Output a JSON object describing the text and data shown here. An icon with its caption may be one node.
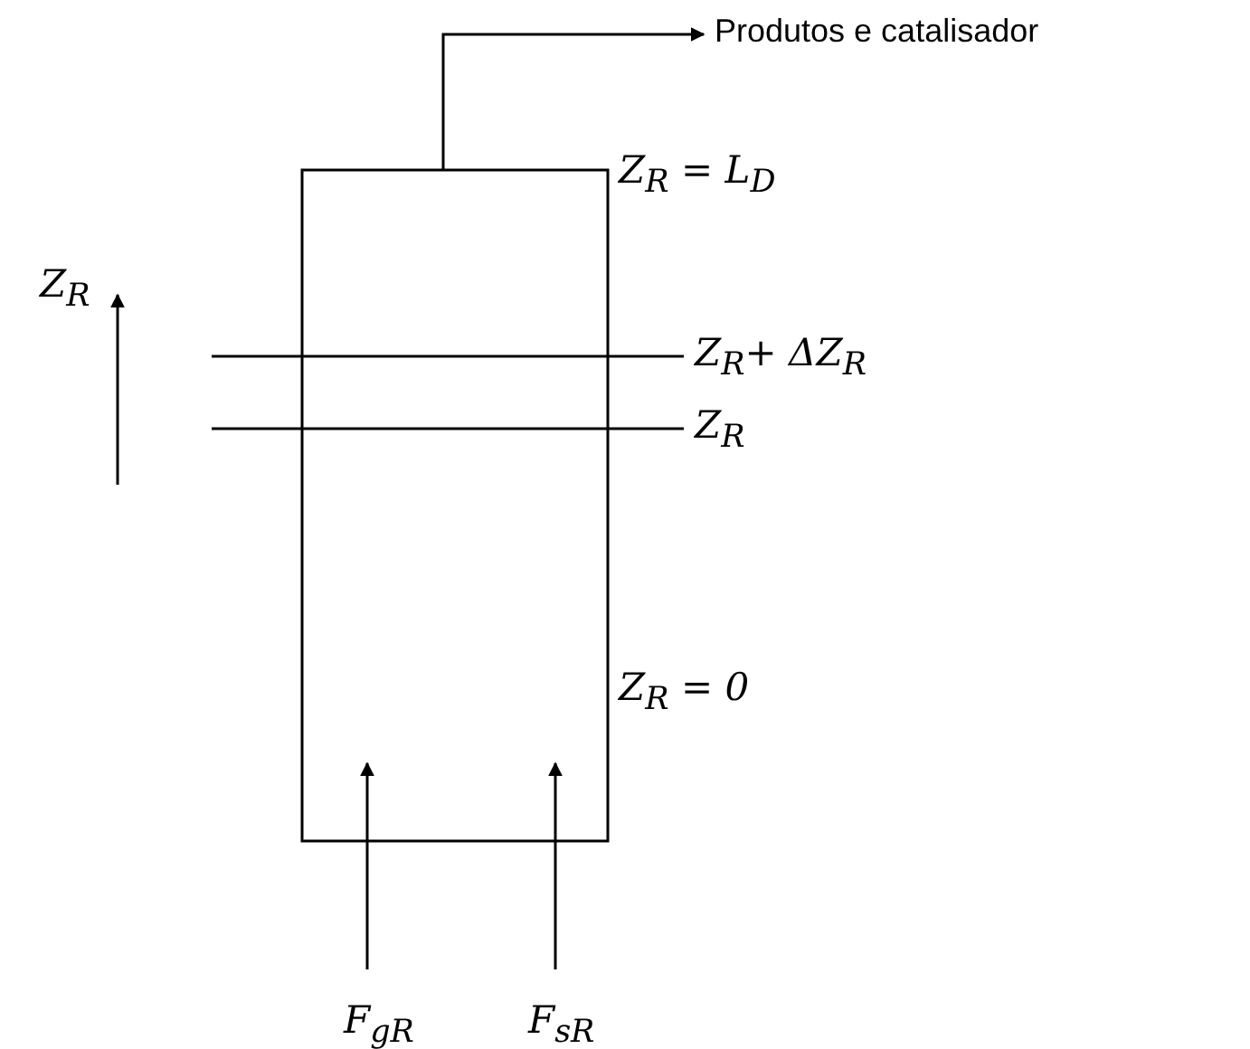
{
  "diagram": {
    "nodes": [
      {
        "text": [],
        "shape": "box"
      },
      {
        "text": [
          "Produtos e catalisador"
        ]
      },
      {
        "text": [
          "F$_{gR}$"
        ]
      },
      {
        "text": [
          "F$_{sR}$"
        ]
      }
    ],
    "edges": [
      {
        "from": 0,
        "to": 1,
        "arrow": "to"
      },
      {
        "from": 2,
        "to": 0,
        "arrow": "to"
      },
      {
        "from": 3,
        "to": 0,
        "arrow": "to"
      }
    ],
    "labels": [
      "Z$_{R}$ = L$_{D}$",
      "Z$_{R}$",
      "Z$_{R}$+ ΔZ$_{R}$",
      "Z$_{R}$",
      "Z$_{R}$ = 0"
    ]
  }
}
